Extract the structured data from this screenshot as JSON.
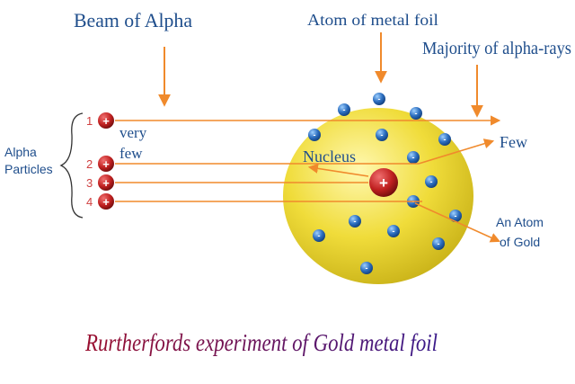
{
  "labels": {
    "beam": "Beam of Alpha",
    "atom_foil": "Atom of metal foil",
    "majority": "Majority of alpha-rays",
    "alpha_particles_line1": "Alpha",
    "alpha_particles_line2": "Particles",
    "very": "very",
    "few_left": "few",
    "nucleus": "Nucleus",
    "few_right": "Few",
    "atom_gold_line1": "An Atom",
    "atom_gold_line2": "of Gold",
    "caption": "Rurtherfords experiment of Gold metal foil"
  },
  "particles": [
    {
      "number": "1",
      "sign": "+"
    },
    {
      "number": "2",
      "sign": "+"
    },
    {
      "number": "3",
      "sign": "+"
    },
    {
      "number": "4",
      "sign": "+"
    }
  ],
  "nucleus_sign": "+",
  "electron_sign": "-",
  "colors": {
    "title_blue": "#1f4e8c",
    "arrow_orange": "#f08a2c",
    "atom_yellow": "#ecd72a",
    "atom_glow": "#fff6a0",
    "electron_blue": "#2d6fc0",
    "particle_red": "#b81f1f",
    "caption_start": "#8a1030",
    "caption_end": "#3a1a8a"
  }
}
